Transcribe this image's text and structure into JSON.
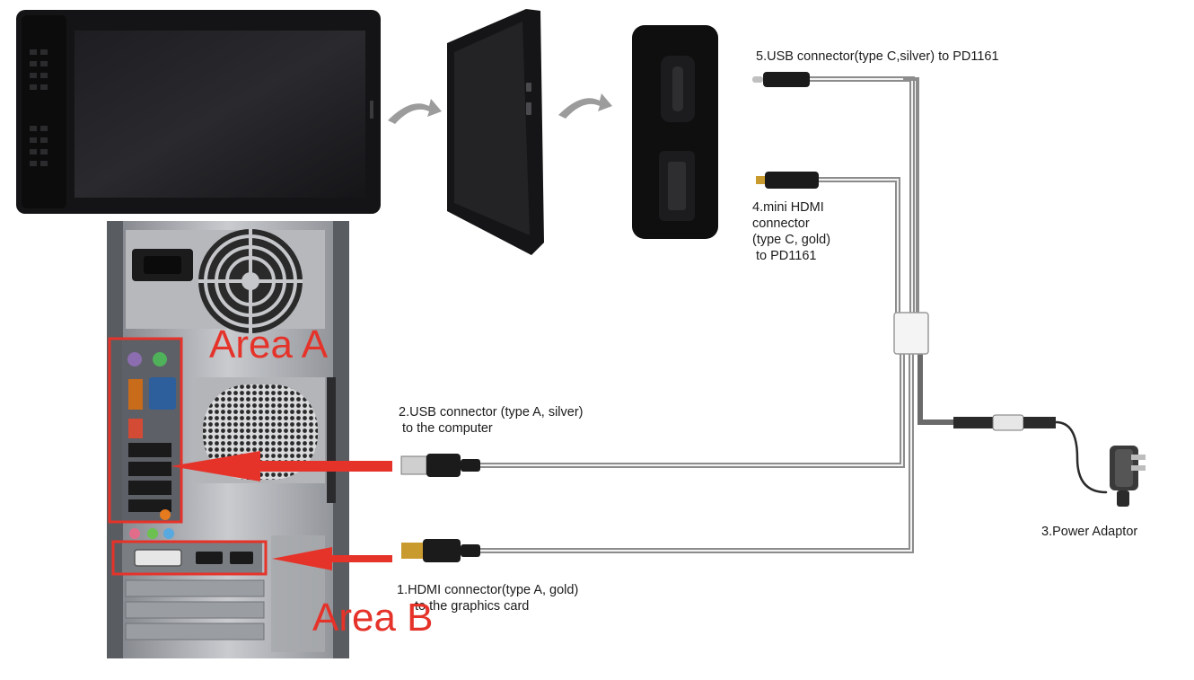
{
  "labels": {
    "usb_c": [
      "5.USB connector(type C,silver) to PD1161"
    ],
    "mini_hdmi": [
      "4.mini HDMI",
      "connector",
      "(type C, gold)",
      "to PD1161"
    ],
    "usb_a": [
      "2.USB connector (type A, silver)",
      "to the computer"
    ],
    "power": [
      "3.Power Adaptor"
    ],
    "hdmi_a": [
      "1.HDMI connector(type A, gold)",
      "to the graphics card"
    ]
  },
  "areas": {
    "a": "Area A",
    "b": "Area B"
  },
  "colors": {
    "highlight": "#e5332a",
    "cable": "#9a9a9a",
    "device": "#161616"
  }
}
